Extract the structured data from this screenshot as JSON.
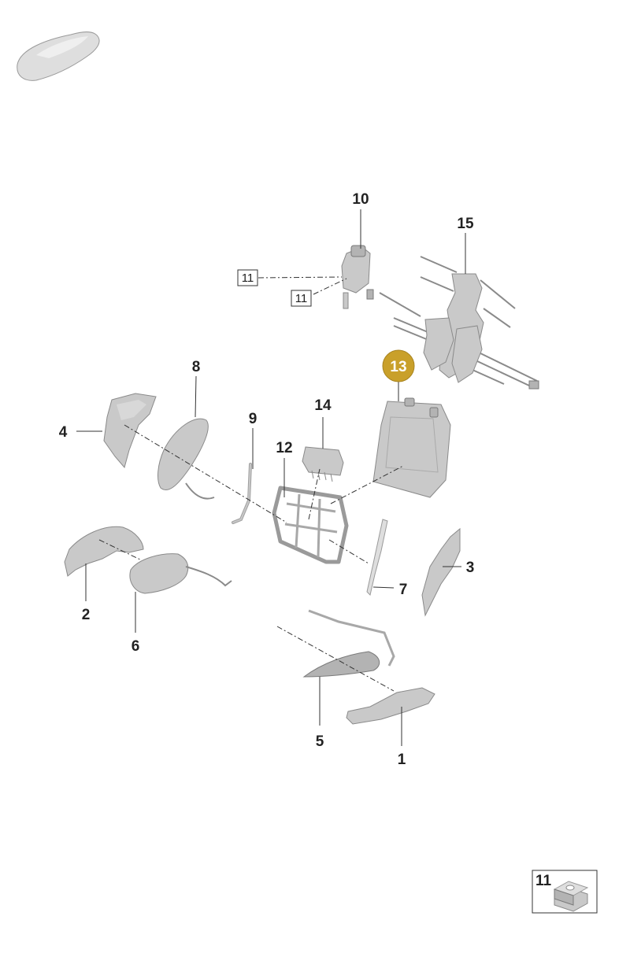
{
  "callouts": {
    "c1": "1",
    "c2": "2",
    "c3": "3",
    "c4": "4",
    "c5": "5",
    "c6": "6",
    "c7": "7",
    "c8": "8",
    "c9": "9",
    "c10": "10",
    "c12": "12",
    "c13": "13",
    "c14": "14",
    "c15": "15"
  },
  "boxed_refs": {
    "b11a": "11",
    "b11b": "11"
  },
  "legend": {
    "label": "11"
  },
  "colors": {
    "highlight": "#c9a02a",
    "part": "#c9c9c9",
    "line": "#333333"
  }
}
